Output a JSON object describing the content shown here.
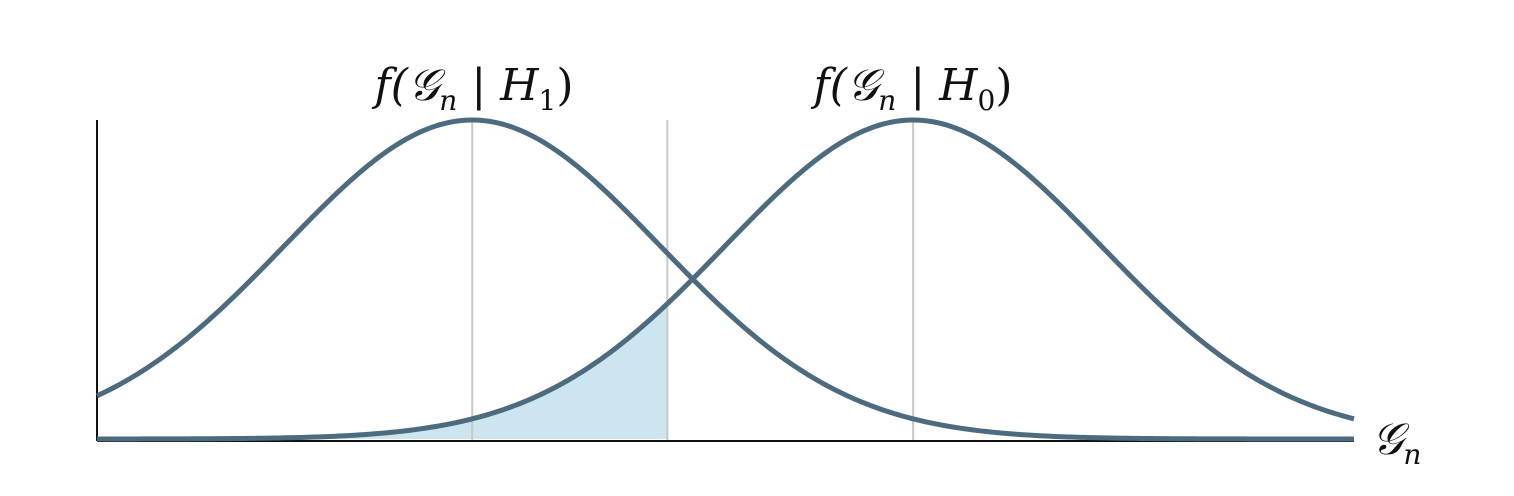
{
  "chart_data": {
    "type": "line",
    "series": [
      {
        "name": "f(𝒢n | H1)",
        "label_main": "f(𝒢",
        "label_sub": "n",
        "label_mid": " | H",
        "label_sub2": "1",
        "label_end": ")",
        "mean": 0,
        "sd": 1
      },
      {
        "name": "f(𝒢n | H0)",
        "label_main": "f(𝒢",
        "label_sub": "n",
        "label_mid": " | H",
        "label_sub2": "0",
        "label_end": ")",
        "mean": 2.35,
        "sd": 1
      }
    ],
    "threshold": 1.04,
    "shaded_region": "tail of f(𝒢n | H0) left of threshold",
    "xlim": [
      -2,
      4.7
    ],
    "xlabel_main": "𝒢",
    "xlabel_sub": "n",
    "grid": false,
    "axes": "left and bottom only, no ticks",
    "colors": {
      "curve": "#4d6b7f",
      "fill": "#cde5ef",
      "guide": "#c8c8c8",
      "axis": "#111111"
    }
  }
}
